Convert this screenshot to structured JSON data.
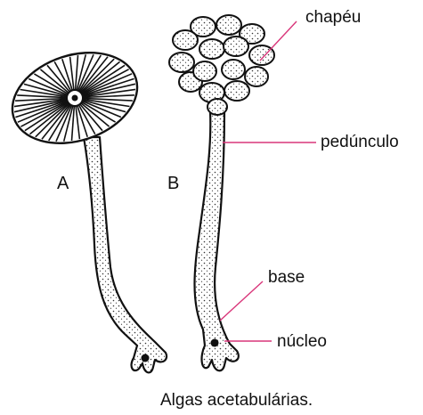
{
  "figure": {
    "specimen_a_label": "A",
    "specimen_b_label": "B",
    "labels": {
      "cap": "chapéu",
      "stalk": "pedúnculo",
      "base": "base",
      "nucleus": "núcleo"
    },
    "caption": "Algas acetabulárias."
  },
  "colors": {
    "outline": "#111111",
    "stipple": "#333333",
    "leader_line": "#d9367a",
    "text": "#111111"
  }
}
